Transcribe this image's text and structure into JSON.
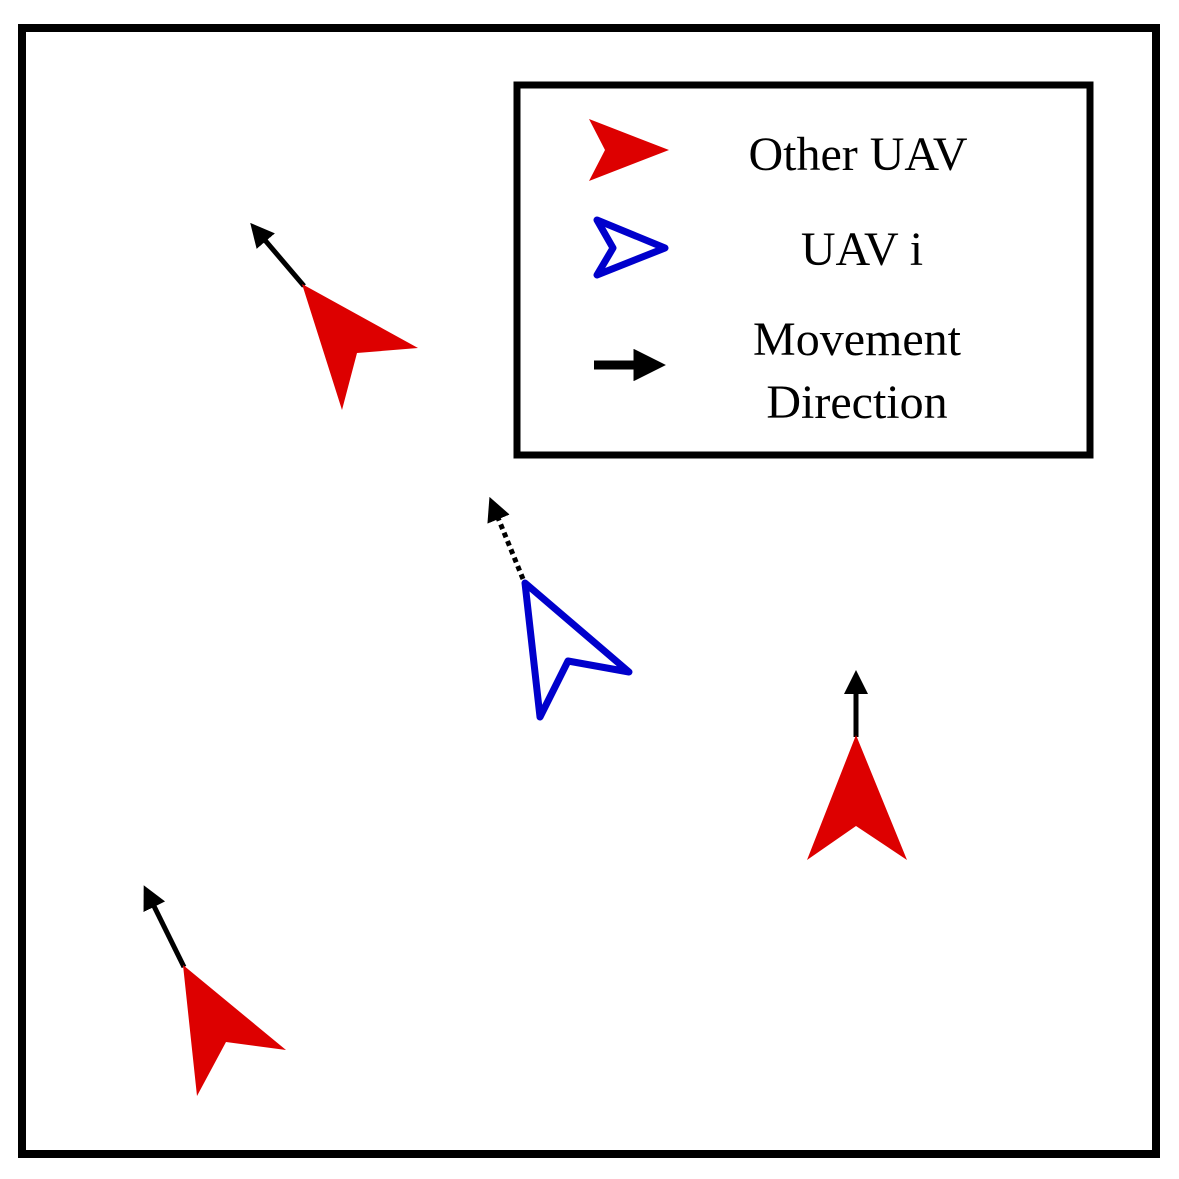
{
  "legend": {
    "other_uav_label": "Other UAV",
    "uav_i_label": "UAV i",
    "movement_label_line1": "Movement",
    "movement_label_line2": "Direction"
  },
  "colors": {
    "other_uav": "#dd0000",
    "uav_i": "#0000cc",
    "arrow": "#000000",
    "frame": "#000000",
    "background": "#ffffff"
  },
  "icons": {
    "other_uav": "filled-red-arrowhead",
    "uav_i": "outlined-blue-arrowhead",
    "movement": "black-arrow"
  }
}
